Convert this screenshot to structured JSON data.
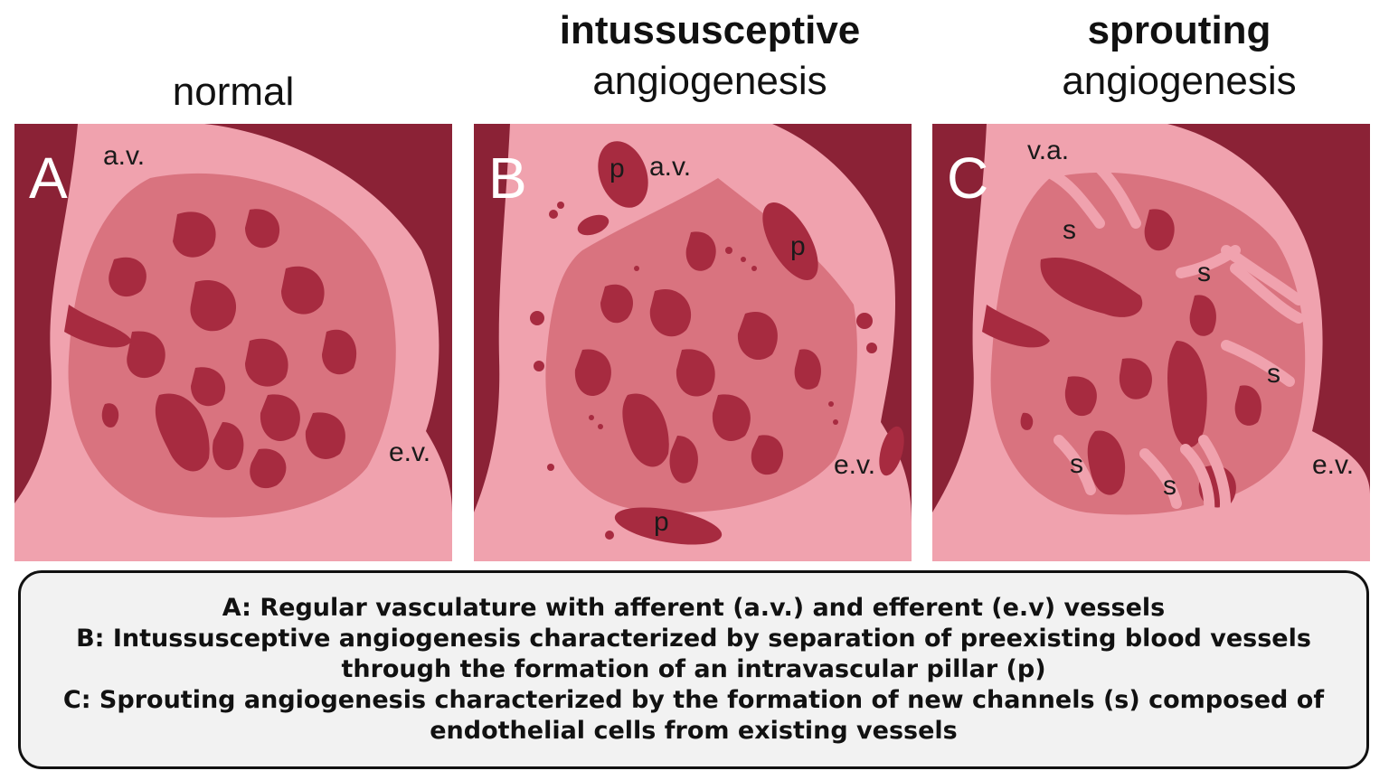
{
  "headings": {
    "a": {
      "line1": "normal"
    },
    "b": {
      "line1": "intussusceptive",
      "line2": "angiogenesis"
    },
    "c": {
      "line1": "sprouting",
      "line2": "angiogenesis"
    }
  },
  "panels": {
    "a": {
      "letter": "A",
      "afferent": "a.v.",
      "efferent": "e.v."
    },
    "b": {
      "letter": "B",
      "afferent": "a.v.",
      "efferent": "e.v.",
      "pillar": "p"
    },
    "c": {
      "letter": "C",
      "afferent": "v.a.",
      "efferent": "e.v.",
      "sprout": "s"
    }
  },
  "colors": {
    "background": "#8b2236",
    "vessel_wall": "#f0a2ae",
    "lumen": "#d9737f",
    "tissue_island": "#a72b40"
  },
  "caption": {
    "line1": "A: Regular vasculature with afferent (a.v.) and efferent (e.v) vessels",
    "line2": "B: Intussusceptive angiogenesis characterized by separation of preexisting blood vessels",
    "line3": "through the formation of an intravascular pillar (p)",
    "line4": "C: Sprouting angiogenesis characterized by the formation of new channels (s) composed of",
    "line5": "endothelial cells from existing vessels"
  }
}
